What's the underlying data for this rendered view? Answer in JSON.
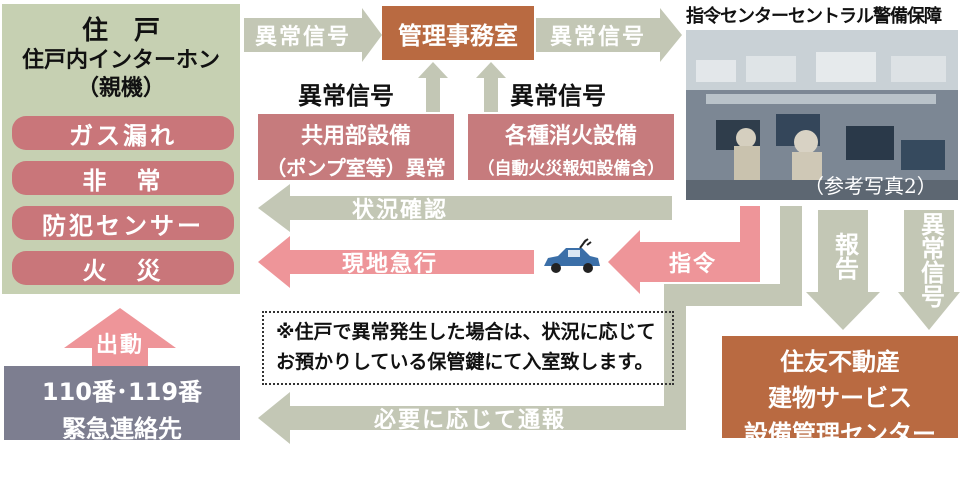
{
  "residence": {
    "title": "住　戸",
    "subtitle": "住戸内インターホン",
    "subtitle2": "（親機）",
    "alarms": [
      "ガス漏れ",
      "非　常",
      "防犯センサー",
      "火　災"
    ]
  },
  "office": {
    "label": "管理事務室"
  },
  "signal_label": "異常信号",
  "command_center": {
    "title": "指令センターセントラル警備保障",
    "photo_caption": "（参考写真2）"
  },
  "common_equipment": {
    "line1": "共用部設備",
    "line2": "（ポンプ室等）異常"
  },
  "fire_equipment": {
    "line1": "各種消火設備",
    "line2": "（自動火災報知設備含）"
  },
  "flow_labels": {
    "status_check": "状況確認",
    "rush_to_site": "現地急行",
    "command": "指令",
    "dispatch": "出動",
    "report_as_needed": "必要に応じて通報",
    "report": "報告",
    "abnormal_signal_vertical": "異常信号"
  },
  "note": {
    "line1": "※住戸で異常発生した場合は、状況に応じて",
    "line2": "お預かりしている保管鍵にて入室致します。"
  },
  "emergency": {
    "line1": "110番･119番",
    "line2": "緊急連絡先"
  },
  "sumitomo": {
    "line1": "住友不動産",
    "line2": "建物サービス",
    "line3": "設備管理センター"
  },
  "colors": {
    "gray_arrow": "#c3c7b5",
    "pink_arrow": "#ee9599",
    "brown": "#b96a41",
    "pink_box": "#c67b7d",
    "residence_bg": "#c6d0b2",
    "emergency_box": "#7d7e90",
    "car": "#3b6fa8"
  }
}
